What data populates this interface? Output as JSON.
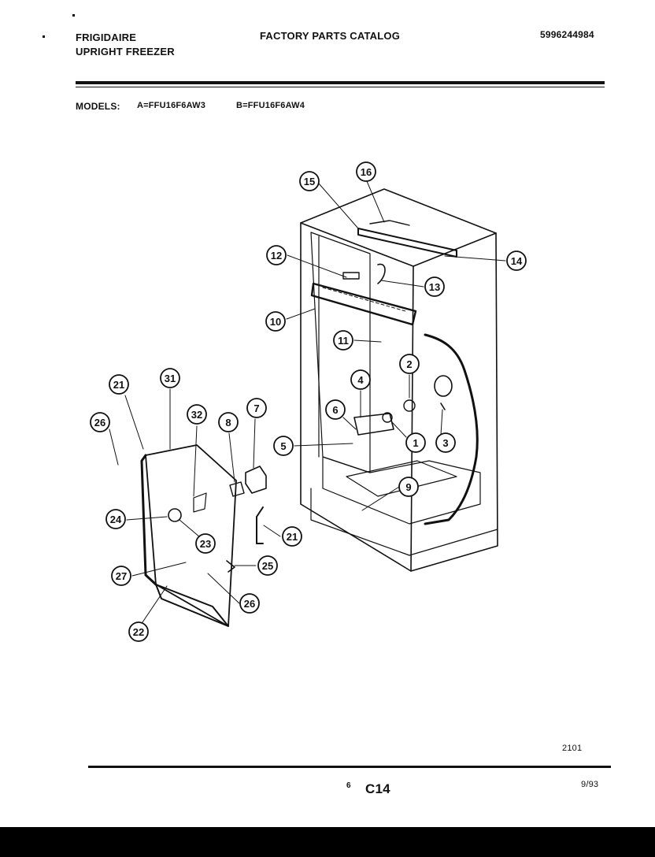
{
  "header": {
    "brand": "FRIGIDAIRE",
    "product": "UPRIGHT FREEZER",
    "catalog_title": "FACTORY PARTS CATALOG",
    "catalog_number": "5996244984"
  },
  "models": {
    "label": "MODELS:",
    "model_a": "A=FFU16F6AW3",
    "model_b": "B=FFU16F6AW4"
  },
  "callouts": [
    "1",
    "2",
    "3",
    "4",
    "5",
    "6",
    "7",
    "8",
    "9",
    "10",
    "11",
    "12",
    "13",
    "14",
    "15",
    "16",
    "21",
    "21",
    "22",
    "23",
    "24",
    "25",
    "26",
    "26",
    "27",
    "31",
    "32"
  ],
  "footer": {
    "diagram_code": "2101",
    "page_number": "6",
    "section_code": "C14",
    "date": "9/93"
  }
}
